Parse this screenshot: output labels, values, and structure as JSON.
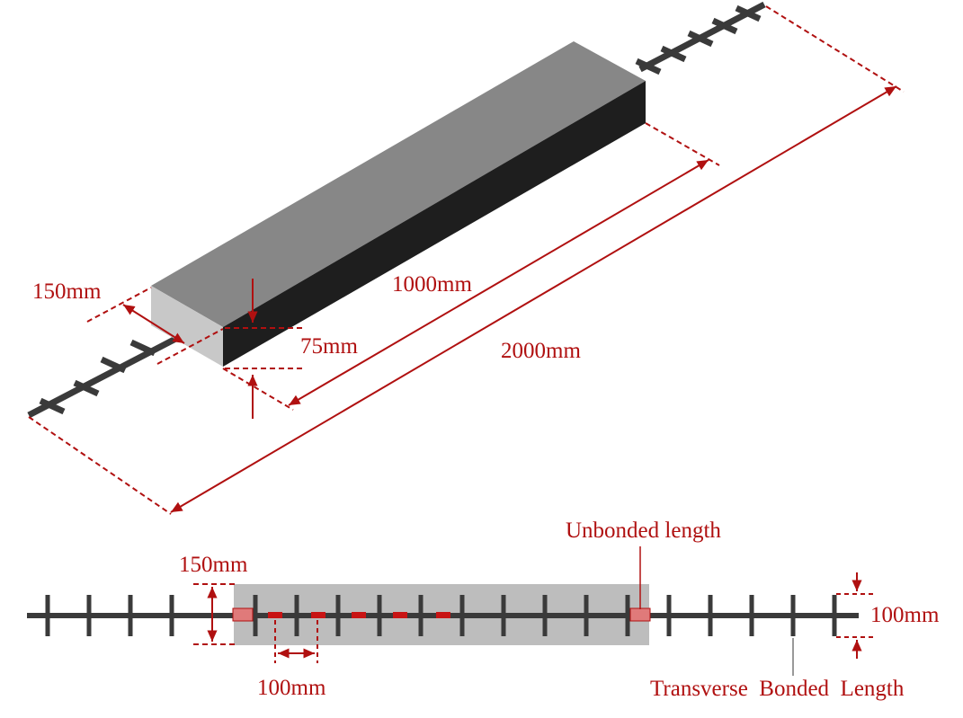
{
  "labels": {
    "iso_width": "150mm",
    "iso_slab_length": "1000mm",
    "iso_thickness": "75mm",
    "iso_total_length": "2000mm",
    "plan_width": "150mm",
    "unbonded": "Unbonded length",
    "plan_spacing": "100mm",
    "plan_transverse_len": "100mm",
    "transverse_bonded": "Transverse  Bonded  Length"
  },
  "colors": {
    "dimension": "#b01010",
    "slab_top": "#878787",
    "slab_side": "#1e1e1e",
    "slab_end": "#c8c8c8",
    "grid_bar": "#3a3a3a",
    "plan_slab": "#bdbdbd"
  }
}
